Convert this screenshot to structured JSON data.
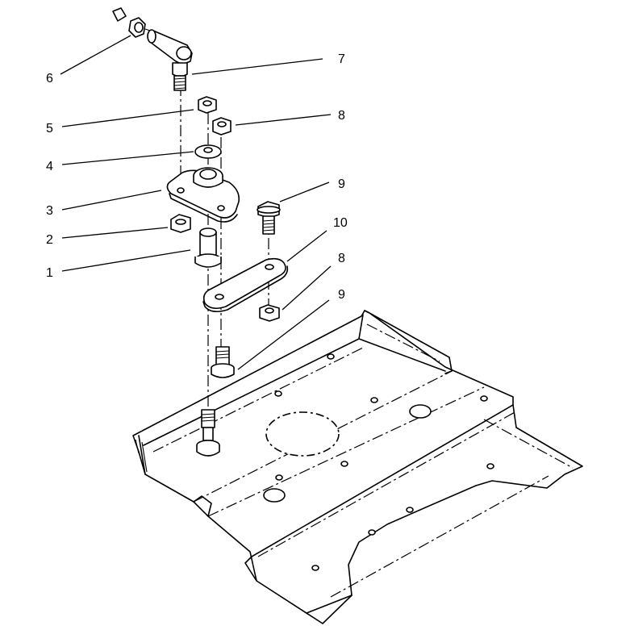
{
  "callouts": [
    {
      "id": "c1",
      "label": "1"
    },
    {
      "id": "c2",
      "label": "2"
    },
    {
      "id": "c3",
      "label": "3"
    },
    {
      "id": "c4",
      "label": "4"
    },
    {
      "id": "c5",
      "label": "5"
    },
    {
      "id": "c6",
      "label": "6"
    },
    {
      "id": "c7",
      "label": "7"
    },
    {
      "id": "c8a",
      "label": "8"
    },
    {
      "id": "c8b",
      "label": "8"
    },
    {
      "id": "c9a",
      "label": "9"
    },
    {
      "id": "c9b",
      "label": "9"
    },
    {
      "id": "c10",
      "label": "10"
    }
  ]
}
